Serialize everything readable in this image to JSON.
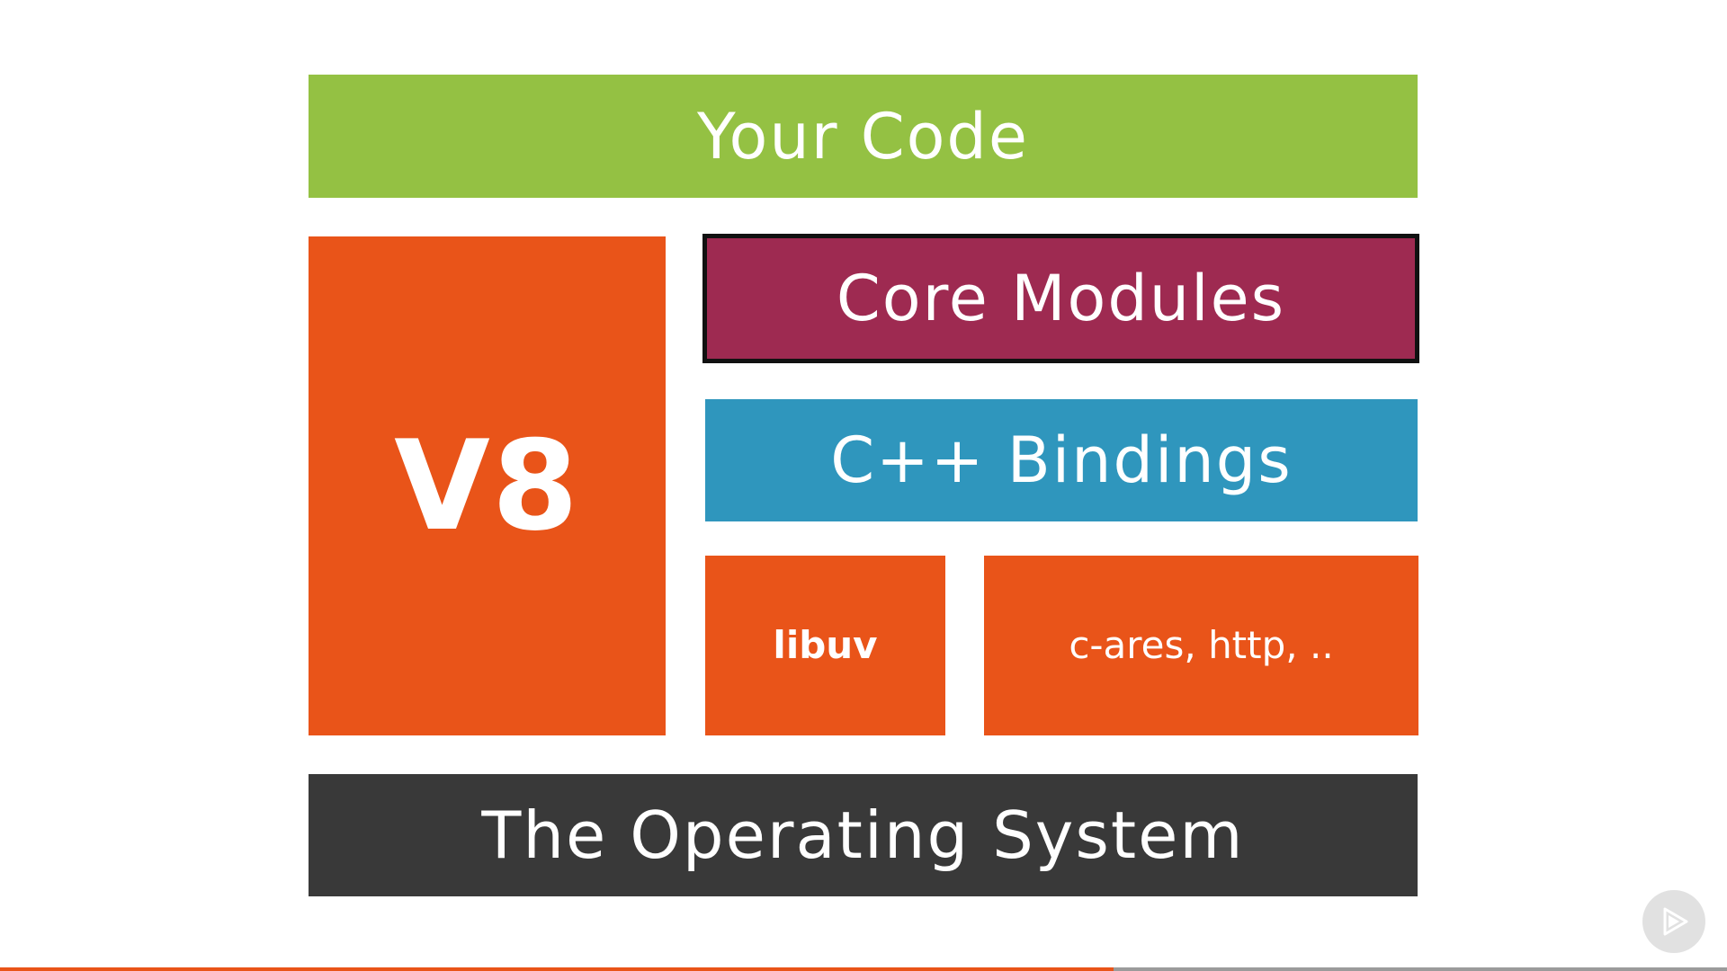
{
  "diagram": {
    "your_code": "Your Code",
    "v8": "V8",
    "core_modules": "Core Modules",
    "cpp_bindings": "C++ Bindings",
    "libuv": "libuv",
    "c_ares": "c-ares, http, ..",
    "operating_system": "The Operating System"
  },
  "colors": {
    "your_code": "#94c143",
    "v8": "#e95419",
    "core_modules": "#9e2a51",
    "cpp_bindings": "#2f96bd",
    "libuv": "#e95419",
    "c_ares": "#e95419",
    "operating_system": "#393939"
  },
  "player": {
    "progress": 0.645,
    "badge_icon": "play-logo-icon"
  }
}
